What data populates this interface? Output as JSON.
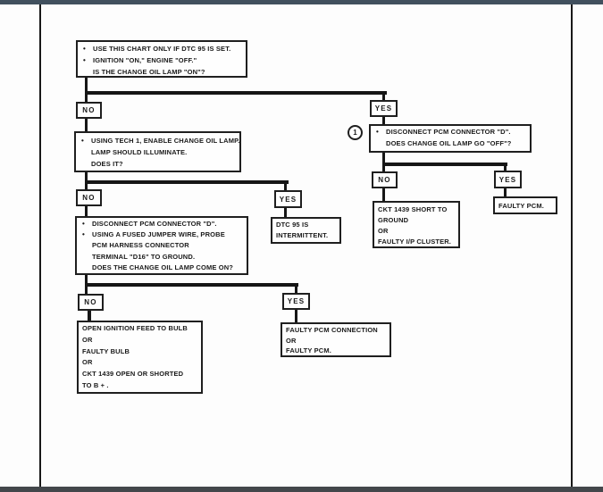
{
  "page": {
    "background": "#fdfdfd",
    "ink": "#1a1a1a",
    "top_bar_color": "#41505e",
    "bottom_bar_color": "#43474b"
  },
  "flowchart": {
    "labels": {
      "no": "NO",
      "yes": "YES"
    },
    "start": {
      "lines": [
        {
          "m": "•",
          "t": "USE THIS CHART ONLY IF DTC 95 IS SET."
        },
        {
          "m": "•",
          "t": "IGNITION \"ON,\" ENGINE \"OFF.\""
        },
        {
          "m": "",
          "t": "IS THE CHANGE OIL LAMP \"ON\"?"
        }
      ]
    },
    "tech1": {
      "lines": [
        {
          "m": "•",
          "t": "USING TECH 1, ENABLE CHANGE OIL LAMP."
        },
        {
          "m": "",
          "t": "LAMP SHOULD ILLUMINATE."
        },
        {
          "m": "",
          "t": "DOES IT?"
        }
      ]
    },
    "disc1": {
      "ref": "1",
      "lines": [
        {
          "m": "•",
          "t": "DISCONNECT PCM CONNECTOR \"D\"."
        },
        {
          "m": "",
          "t": "DOES CHANGE OIL LAMP GO \"OFF\"?"
        }
      ]
    },
    "jumper": {
      "lines": [
        {
          "m": "•",
          "t": "DISCONNECT PCM CONNECTOR \"D\"."
        },
        {
          "m": "•",
          "t": "USING A FUSED JUMPER WIRE, PROBE"
        },
        {
          "m": "",
          "t": "PCM HARNESS CONNECTOR"
        },
        {
          "m": "",
          "t": "TERMINAL \"D16\" TO GROUND."
        },
        {
          "m": "",
          "t": "DOES THE CHANGE OIL LAMP COME ON?"
        }
      ]
    },
    "ckt_short": {
      "lines": [
        "CKT 1439 SHORT TO",
        "GROUND",
        "OR",
        "FAULTY I/P CLUSTER."
      ]
    },
    "faulty_pcm": {
      "text": "FAULTY PCM."
    },
    "dtc_int": {
      "lines": [
        "DTC 95 IS",
        "INTERMITTENT."
      ]
    },
    "open_feed": {
      "lines": [
        "OPEN IGNITION FEED TO BULB",
        "OR",
        "FAULTY BULB",
        "OR",
        "CKT 1439 OPEN OR SHORTED",
        "TO B + ."
      ]
    },
    "pcm_conn": {
      "lines": [
        "FAULTY PCM CONNECTION",
        "OR",
        "FAULTY PCM."
      ]
    }
  }
}
